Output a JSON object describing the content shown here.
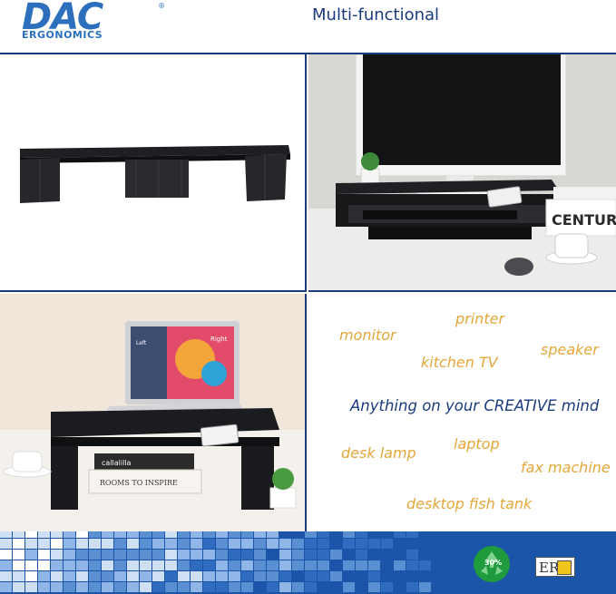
{
  "brand": {
    "name": "DAC",
    "tagline": "ERGONOMICS",
    "registered": "®"
  },
  "header": {
    "title": "Multi-functional"
  },
  "photos": {
    "panel2": {
      "book_text": "CENTURY"
    },
    "panel3": {
      "laptop_screen_left": "Left",
      "laptop_screen_right": "Right",
      "book1_text": "callalilla",
      "book2_text": "ROOMS TO INSPIRE"
    }
  },
  "uses": {
    "headline": "Anything on your CREATIVE mind",
    "items": [
      "printer",
      "monitor",
      "speaker",
      "kitchen TV",
      "laptop",
      "desk lamp",
      "fax machine",
      "desktop fish tank"
    ]
  },
  "footer": {
    "recycle_percent": "30%",
    "badge": "ERG"
  },
  "colors": {
    "brand_blue": "#2b6fbd",
    "navy": "#1b3b7d",
    "accent_orange": "#e3a73a",
    "footer_blue": "#1b54a8"
  }
}
